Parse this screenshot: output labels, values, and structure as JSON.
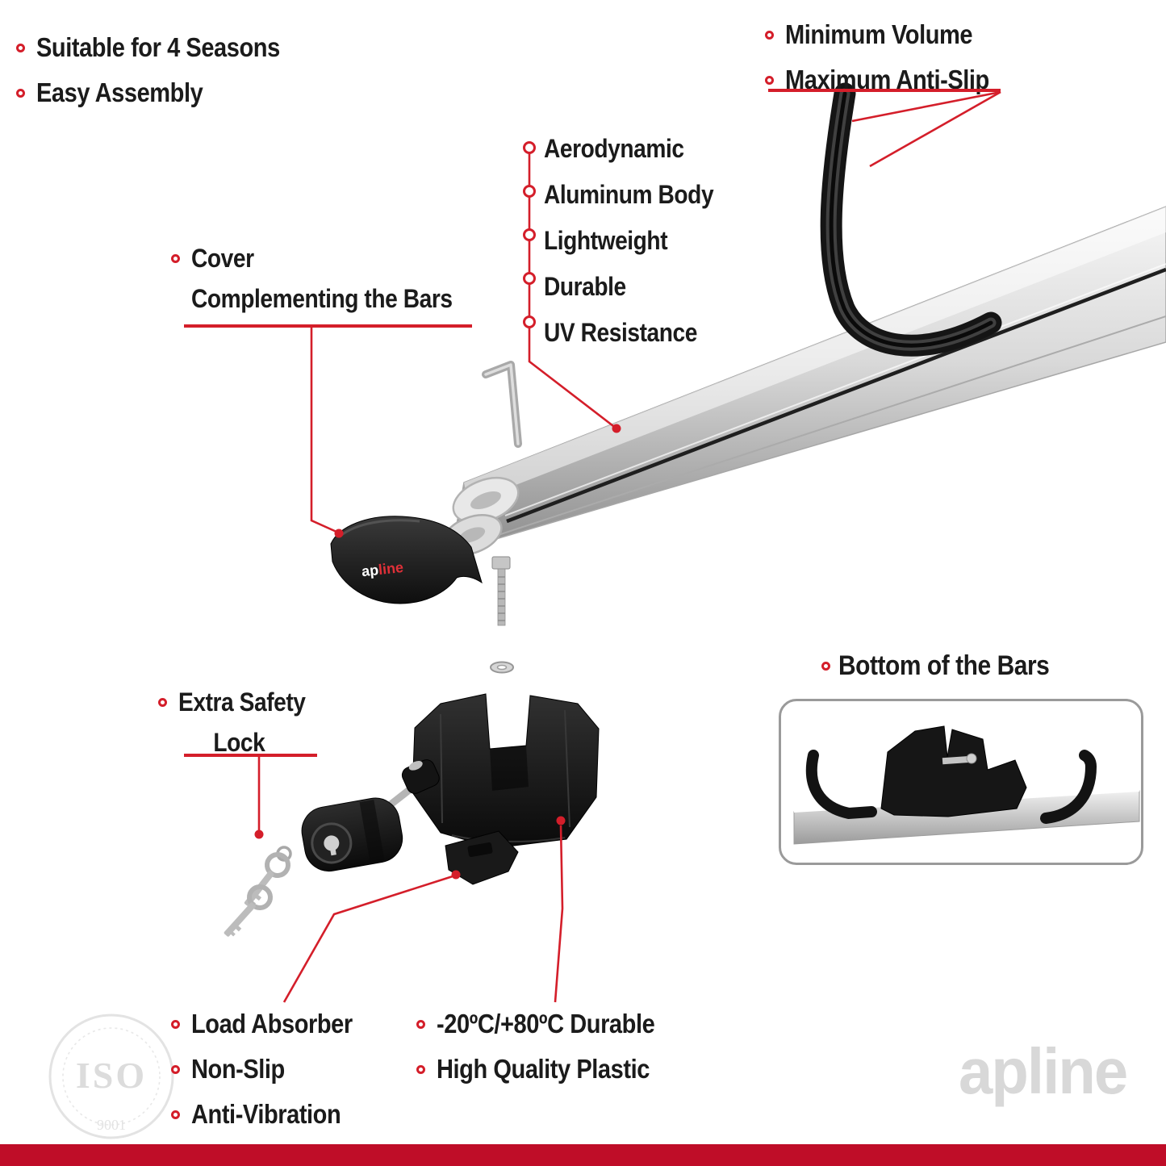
{
  "colors": {
    "accent": "#d41e2a",
    "bottom_bar": "#bf0d28",
    "text": "#1b1b1b",
    "watermark": "#d8d8d8"
  },
  "top_left": {
    "items": [
      "Suitable for 4 Seasons",
      "Easy Assembly"
    ]
  },
  "top_right": {
    "items": [
      "Minimum Volume",
      "Maximum Anti-Slip"
    ]
  },
  "features": {
    "items": [
      "Aerodynamic",
      "Aluminum Body",
      "Lightweight",
      "Durable",
      "UV Resistance"
    ]
  },
  "cover_label": {
    "line1": "Cover",
    "line2": "Complementing the Bars"
  },
  "lock_label": {
    "line1": "Extra Safety",
    "line2": "Lock"
  },
  "bottom_of_bars": {
    "label": "Bottom of the Bars"
  },
  "bottom_left": {
    "items": [
      "Load Absorber",
      "Non-Slip",
      "Anti-Vibration"
    ]
  },
  "bottom_right": {
    "items": [
      "-20ºC/+80ºC Durable",
      "High Quality Plastic"
    ]
  },
  "brand": {
    "cover_logo_ap": "ap",
    "cover_logo_line": "line",
    "watermark": "apline"
  },
  "iso_badge": {
    "title": "ISO",
    "number": "9001"
  }
}
